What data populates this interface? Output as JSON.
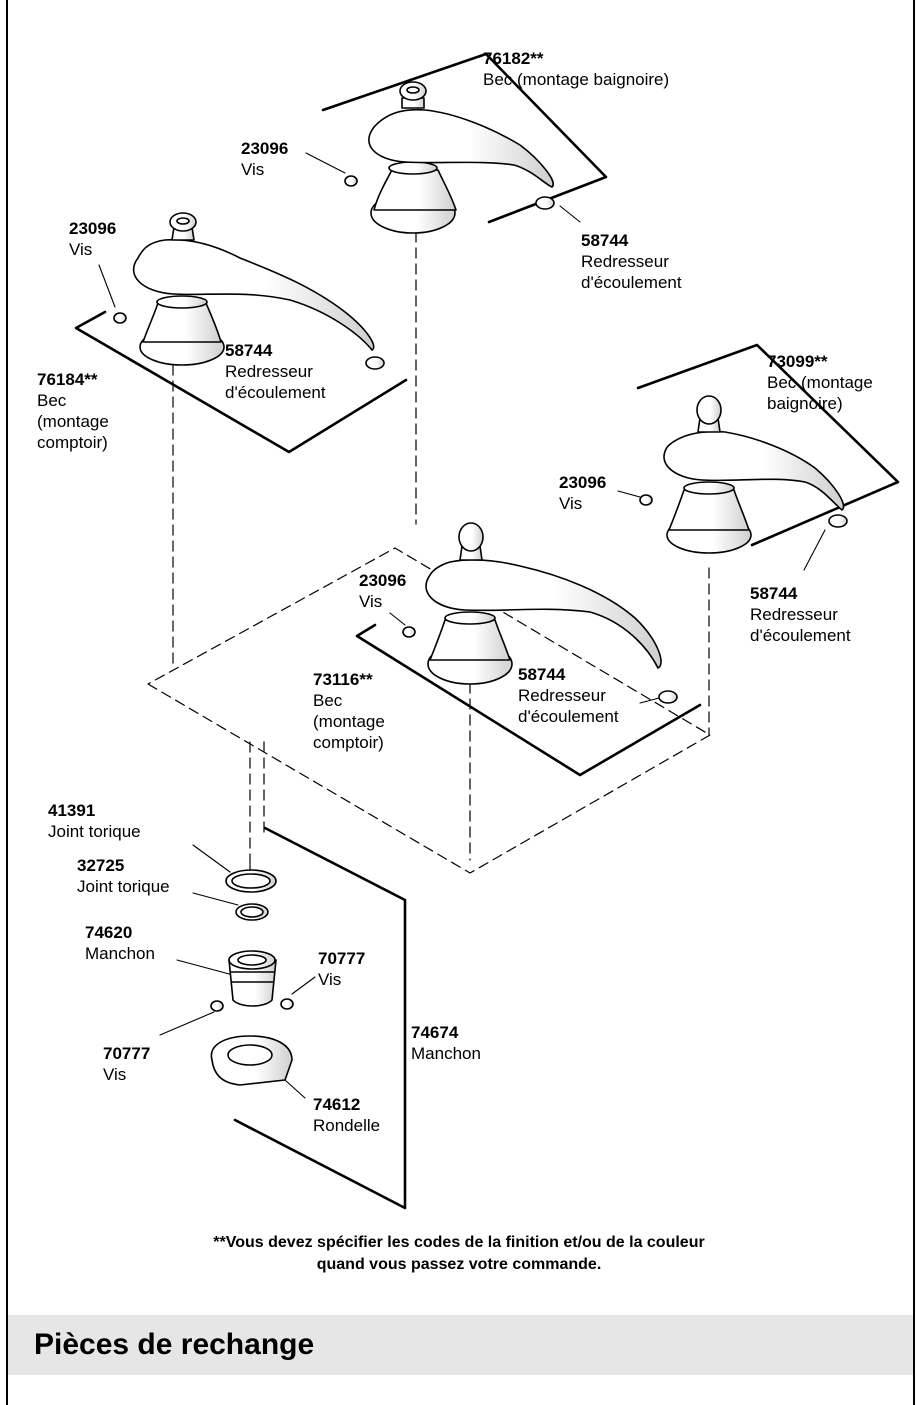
{
  "parts": [
    {
      "id": "p1",
      "number": "76182**",
      "lines": [
        "Bec (montage baignoire)"
      ]
    },
    {
      "id": "p2",
      "number": "23096",
      "lines": [
        "Vis"
      ]
    },
    {
      "id": "p3",
      "number": "58744",
      "lines": [
        "Redresseur",
        "d'écoulement"
      ]
    },
    {
      "id": "p4",
      "number": "23096",
      "lines": [
        "Vis"
      ]
    },
    {
      "id": "p5",
      "number": "58744",
      "lines": [
        "Redresseur",
        "d'écoulement"
      ]
    },
    {
      "id": "p6",
      "number": "76184**",
      "lines": [
        "Bec",
        "(montage",
        "comptoir)"
      ]
    },
    {
      "id": "p7",
      "number": "73099**",
      "lines": [
        "Bec (montage",
        "baignoire)"
      ]
    },
    {
      "id": "p8",
      "number": "23096",
      "lines": [
        "Vis"
      ]
    },
    {
      "id": "p9",
      "number": "58744",
      "lines": [
        "Redresseur",
        "d'écoulement"
      ]
    },
    {
      "id": "p10",
      "number": "23096",
      "lines": [
        "Vis"
      ]
    },
    {
      "id": "p11",
      "number": "58744",
      "lines": [
        "Redresseur",
        "d'écoulement"
      ]
    },
    {
      "id": "p12",
      "number": "73116**",
      "lines": [
        "Bec",
        "(montage",
        "comptoir)"
      ]
    },
    {
      "id": "p13",
      "number": "41391",
      "lines": [
        "Joint torique"
      ]
    },
    {
      "id": "p14",
      "number": "32725",
      "lines": [
        "Joint torique"
      ]
    },
    {
      "id": "p15",
      "number": "74620",
      "lines": [
        "Manchon"
      ]
    },
    {
      "id": "p16",
      "number": "70777",
      "lines": [
        "Vis"
      ]
    },
    {
      "id": "p17",
      "number": "74674",
      "lines": [
        "Manchon"
      ]
    },
    {
      "id": "p18",
      "number": "70777",
      "lines": [
        "Vis"
      ]
    },
    {
      "id": "p19",
      "number": "74612",
      "lines": [
        "Rondelle"
      ]
    }
  ],
  "footnote": {
    "line1": "**Vous devez spécifier les codes de la finition et/ou de la couleur",
    "line2": "quand vous passez votre commande."
  },
  "section_title": "Pièces de rechange"
}
